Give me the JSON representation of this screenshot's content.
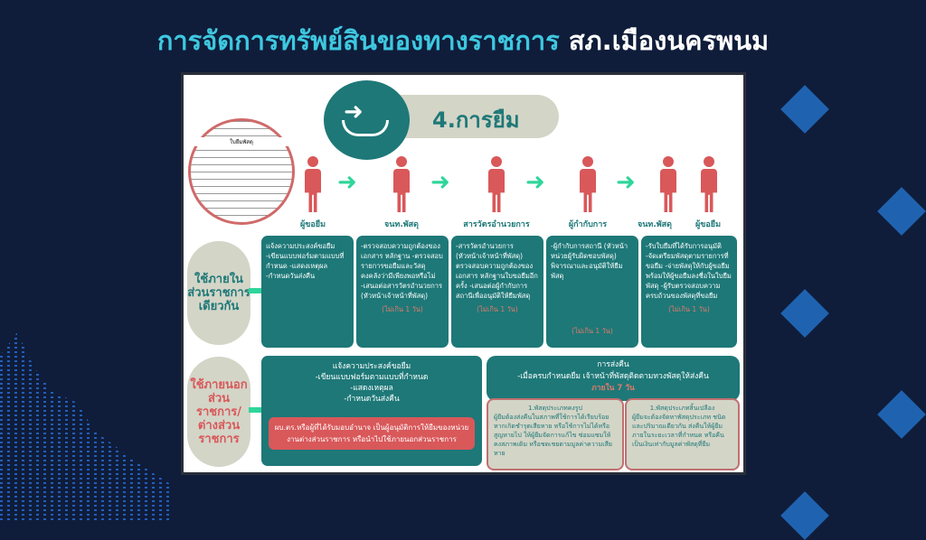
{
  "title": {
    "part1": "การจัดการทรัพย์สินของทางราชการ",
    "part2": "สภ.เมืองนครพนม"
  },
  "infographic": {
    "heading": "4.การยืม",
    "doc_title": "ใบยืมพัสดุ",
    "roles": [
      "ผู้ขอยืม",
      "จนท.พัสดุ",
      "สารวัตรอำนวยการ",
      "ผู้กำกับการ",
      "จนท.พัสดุ",
      "ผู้ขอยืม"
    ],
    "row1_label": "ใช้ภายใน ส่วนราชการ เดียวกัน",
    "row1_steps": [
      {
        "text": "แจ้งความประสงค์ขอยืม -เขียนแบบฟอร์มตามแบบที่กำหนด -แสดงเหตุผล -กำหนดวันส่งคืน",
        "note": ""
      },
      {
        "text": "-ตรวจสอบความถูกต้องของเอกสาร หลักฐาน -ตรวจสอบรายการขอยืมและวัสดุคงคลังว่ามีเพียงพอหรือไม่ -เสนอต่อสารวัตรอำนวยการ (หัวหน้าเจ้าหน้าที่พัสดุ)",
        "note": "(ไม่เกิน 1 วัน)"
      },
      {
        "text": "-สารวัตรอำนวยการ (หัวหน้าเจ้าหน้าที่พัสดุ) ตรวจสอบความถูกต้องของเอกสาร หลักฐานใบขอยืมอีกครั้ง -เสนอต่อผู้กำกับการสถานีเพื่ออนุมัติให้ยืมพัสดุ",
        "note": "(ไม่เกิน 1 วัน)"
      },
      {
        "text": "-ผู้กำกับการสถานี (หัวหน้าหน่วยผู้รับผิดชอบพัสดุ) พิจารณาและอนุมัติให้ยืมพัสดุ",
        "note": "(ไม่เกิน 1 วัน)"
      },
      {
        "text": "-รับใบยืมที่ได้รับการอนุมัติ -จัดเตรียมพัสดุตามรายการที่ขอยืม -จ่ายพัสดุให้กับผู้ขอยืมพร้อมให้ผู้ขอยืมลงชื่อในใบยืมพัสดุ -ผู้รับตรวจสอบความครบถ้วนของพัสดุที่ขอยืม",
        "note": "(ไม่เกิน 1 วัน)"
      }
    ],
    "row2_label": "ใช้ภายนอก ส่วนราชการ/ ต่างส่วน ราชการ",
    "row2_main": [
      "แจ้งความประสงค์ขอยืม",
      "-เขียนแบบฟอร์มตามแบบที่กำหนด",
      "-แสดงเหตุผล",
      "-กำหนดวันส่งคืน"
    ],
    "row2_red": "ผบ.ตร.หรือผู้ที่ได้รับมอบอำนาจ เป็นผู้อนุมัติการให้ยืมของหน่วยงานต่างส่วนราชการ หรือนำไปใช้ภายนอกส่วนราชการ",
    "return": {
      "title": "การส่งคืน",
      "text": "-เมื่อครบกำหนดยืม เจ้าหน้าที่พัสดุติดตามทวงพัสดุให้ส่งคืน",
      "deadline": "ภายใน 7 วัน"
    },
    "return_cases": [
      {
        "title": "1.พัสดุประเภทคงรูป",
        "text": "ผู้ยืมต้องส่งคืนในสภาพที่ใช้การได้เรียบร้อย หากเกิดชำรุดเสียหาย หรือใช้การไม่ได้หรือสูญหายไป ให้ผู้ยืมจัดการแก้ไข ซ่อมแซมให้คงสภาพเดิม หรือชดเชยตามมูลค่าความเสียหาย"
      },
      {
        "title": "1.พัสดุประเภทสิ้นเปลือง",
        "text": "ผู้ยืมจะต้องจัดหาพัสดุประเภท ชนิด และปริมาณเดียวกัน ส่งคืนให้ผู้ยืมภายในระยะเวลาที่กำหนด หรือคืนเป็นเงินเท่ากับมูลค่าพัสดุที่ยืม"
      }
    ]
  },
  "colors": {
    "background": "#0f1d3a",
    "title_accent": "#3ec8e0",
    "teal": "#1e7878",
    "red": "#d9585a",
    "green_arrow": "#2fd69a"
  }
}
